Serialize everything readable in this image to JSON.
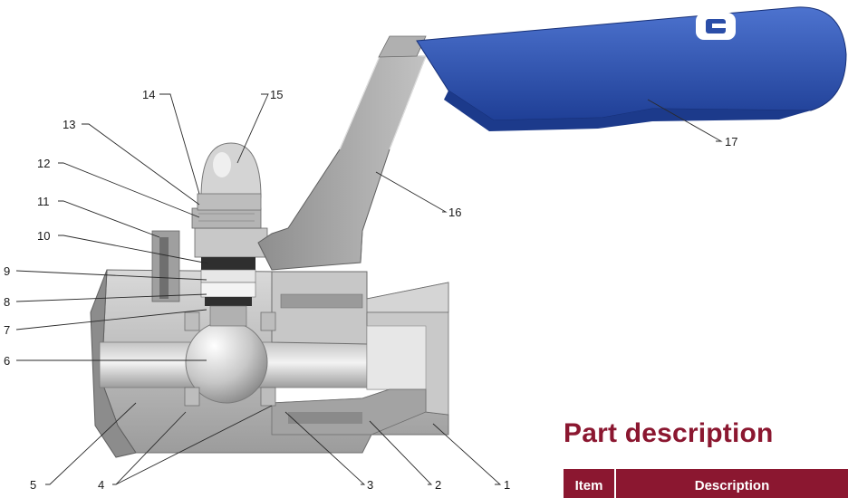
{
  "callouts": [
    "1",
    "2",
    "3",
    "4",
    "5",
    "6",
    "7",
    "8",
    "9",
    "10",
    "11",
    "12",
    "13",
    "14",
    "15",
    "16",
    "17"
  ],
  "section_title": "Part description",
  "table": {
    "headers": [
      "Item",
      "Description"
    ]
  },
  "colors": {
    "accent": "#8b1730",
    "handle_blue": "#2b4ea8",
    "body_gray": "#b9b9b9"
  }
}
